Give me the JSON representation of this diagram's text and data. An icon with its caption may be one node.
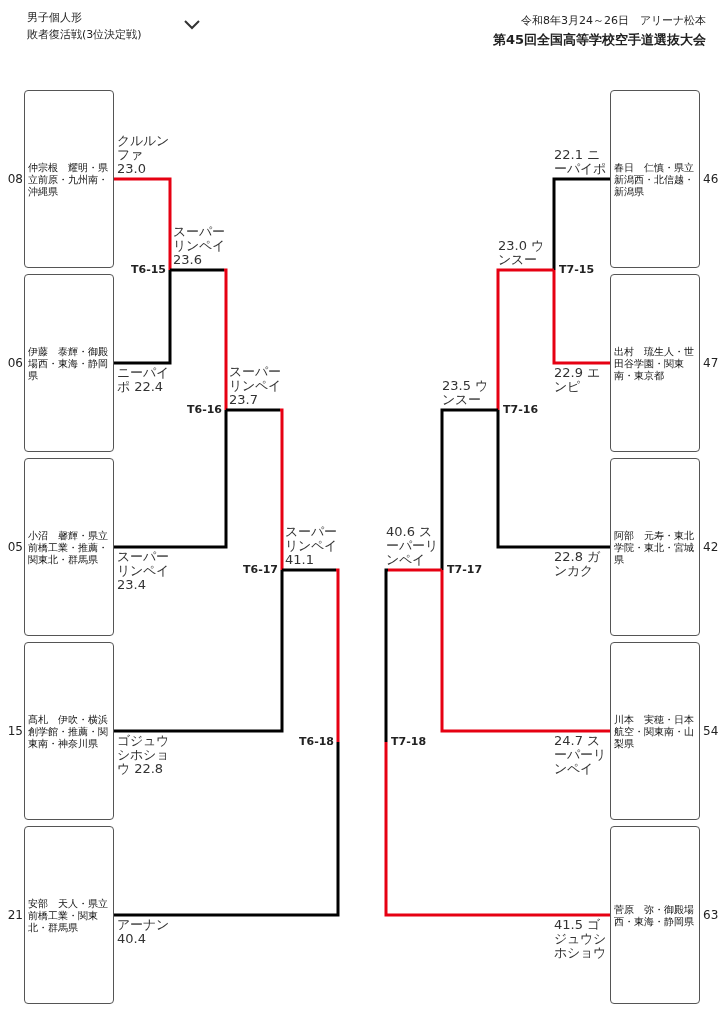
{
  "diagram": {
    "title": "第45回全国高等学校空手道選抜大会",
    "nodes": [
      {
        "text": [
          "仲宗根　耀明・県立前原・九州南・沖縄県"
        ],
        "beside": [
          "08"
        ]
      },
      {
        "text": [
          "伊藤　泰輝・御殿場西・東海・静岡県"
        ],
        "beside": [
          "06"
        ]
      },
      {
        "text": [
          "小沼　馨輝・県立前橋工業・推薦・関東北・群馬県"
        ],
        "beside": [
          "05"
        ]
      },
      {
        "text": [
          "髙札　伊吹・横浜創学館・推薦・関東南・神奈川県"
        ],
        "beside": [
          "15"
        ]
      },
      {
        "text": [
          "安部　天人・県立前橋工業・関東北・群馬県"
        ],
        "beside": [
          "21"
        ]
      },
      {
        "text": [
          "T6-15"
        ]
      },
      {
        "text": [
          "T6-16"
        ]
      },
      {
        "text": [
          "T6-17"
        ]
      },
      {
        "text": [
          "T6-18"
        ]
      },
      {
        "text": [
          "春日　仁慎・県立新潟西・北信越・新潟県"
        ],
        "beside": [
          "46"
        ]
      },
      {
        "text": [
          "出村　琉生人・世田谷学園・関東南・東京都"
        ],
        "beside": [
          "47"
        ]
      },
      {
        "text": [
          "阿部　元寿・東北学院・東北・宮城県"
        ],
        "beside": [
          "42"
        ]
      },
      {
        "text": [
          "川本　実穂・日本航空・関東南・山梨県"
        ],
        "beside": [
          "54"
        ]
      },
      {
        "text": [
          "菅原　弥・御殿場西・東海・静岡県"
        ],
        "beside": [
          "63"
        ]
      },
      {
        "text": [
          "T7-15"
        ]
      },
      {
        "text": [
          "T7-16"
        ]
      },
      {
        "text": [
          "T7-17"
        ]
      },
      {
        "text": [
          "T7-18"
        ]
      }
    ],
    "edges": [
      {
        "from": 0,
        "to": 5,
        "arrow": "none",
        "label": "クルルンファ 23.0",
        "color": "#e60012"
      },
      {
        "from": 1,
        "to": 5,
        "arrow": "none",
        "label": "ニーパイポ 22.4",
        "color": "#000000"
      },
      {
        "from": 5,
        "to": 6,
        "arrow": "none",
        "label": "スーパーリンペイ 23.6",
        "color": "#e60012"
      },
      {
        "from": 2,
        "to": 6,
        "arrow": "none",
        "label": "スーパーリンペイ 23.4",
        "color": "#000000"
      },
      {
        "from": 6,
        "to": 7,
        "arrow": "none",
        "label": "スーパーリンペイ 23.7",
        "color": "#e60012"
      },
      {
        "from": 3,
        "to": 7,
        "arrow": "none",
        "label": "ゴジュウシホショウ 22.8",
        "color": "#000000"
      },
      {
        "from": 7,
        "to": 8,
        "arrow": "none",
        "label": "スーパーリンペイ 41.1",
        "color": "#e60012"
      },
      {
        "from": 4,
        "to": 8,
        "arrow": "none",
        "label": "アーナン 40.4",
        "color": "#000000"
      },
      {
        "from": 9,
        "to": 14,
        "arrow": "none",
        "label": "22.1 ニーパイポ",
        "color": "#000000"
      },
      {
        "from": 10,
        "to": 14,
        "arrow": "none",
        "label": "22.9 エンピ",
        "color": "#e60012"
      },
      {
        "from": 14,
        "to": 15,
        "arrow": "none",
        "label": "23.0 ウンスー",
        "color": "#e60012"
      },
      {
        "from": 11,
        "to": 15,
        "arrow": "none",
        "label": "22.8 ガンカク",
        "color": "#000000"
      },
      {
        "from": 15,
        "to": 16,
        "arrow": "none",
        "label": "23.5 ウンスー",
        "color": "#000000"
      },
      {
        "from": 12,
        "to": 16,
        "arrow": "none",
        "label": "24.7 スーパーリンペイ",
        "color": "#e60012"
      },
      {
        "from": 16,
        "to": 17,
        "arrow": "none",
        "label": "40.6 スーパーリンペイ",
        "color": "#000000"
      },
      {
        "from": 13,
        "to": 17,
        "arrow": "none",
        "label": "41.5 ゴジュウシホショウ",
        "color": "#e60012"
      }
    ],
    "labels": [
      "男子個人形",
      "敗者復活戦(3位決定戦)",
      "令和8年3月24～26日　アリーナ松本"
    ]
  }
}
